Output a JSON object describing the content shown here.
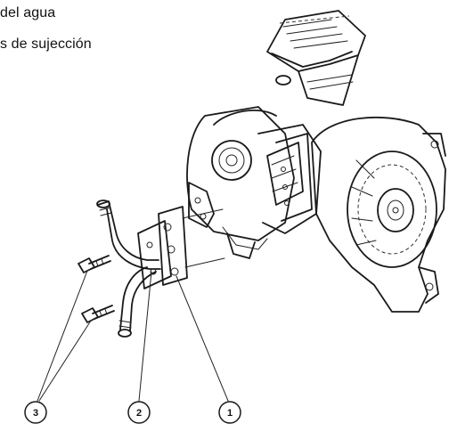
{
  "captions": {
    "line1": "del agua",
    "line2": "s de sujección"
  },
  "callouts": [
    {
      "number": "3"
    },
    {
      "number": "2"
    },
    {
      "number": "1"
    }
  ]
}
